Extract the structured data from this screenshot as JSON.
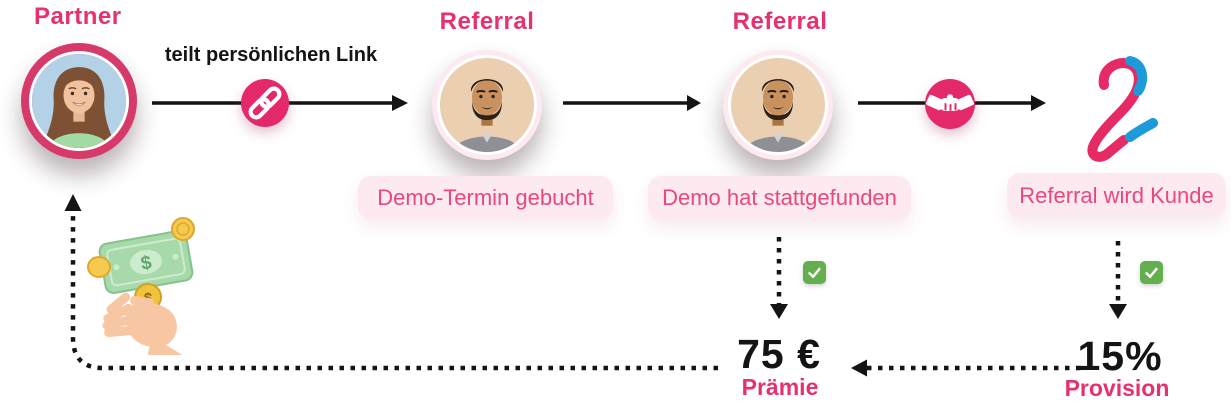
{
  "palette": {
    "accent_pink": "#e7316e",
    "badge_pink": "#e3286b",
    "ring_pink": "#d63a6a",
    "status_box_bg": "#fde9f0",
    "status_text_pink": "#e8497a",
    "text_dark": "#141414",
    "check_green": "#63ae4f",
    "logo_blue": "#1d9ad7"
  },
  "stages": {
    "partner": {
      "heading": "Partner"
    },
    "share": {
      "label": "teilt persönlichen Link"
    },
    "referral_booked": {
      "heading": "Referral",
      "status": "Demo-Termin gebucht"
    },
    "referral_demo": {
      "heading": "Referral",
      "status": "Demo hat stattgefunden"
    },
    "customer": {
      "status": "Referral wird Kunde"
    }
  },
  "rewards": {
    "premium": {
      "value": "75 €",
      "label": "Prämie"
    },
    "commission": {
      "value": "15%",
      "label": "Provision"
    }
  },
  "icons": {
    "link": "link-icon",
    "handshake": "handshake-icon",
    "check": "checkmark-icon",
    "brand_logo": "brand-2-logo",
    "money_hand": "hand-with-money-illustration"
  }
}
